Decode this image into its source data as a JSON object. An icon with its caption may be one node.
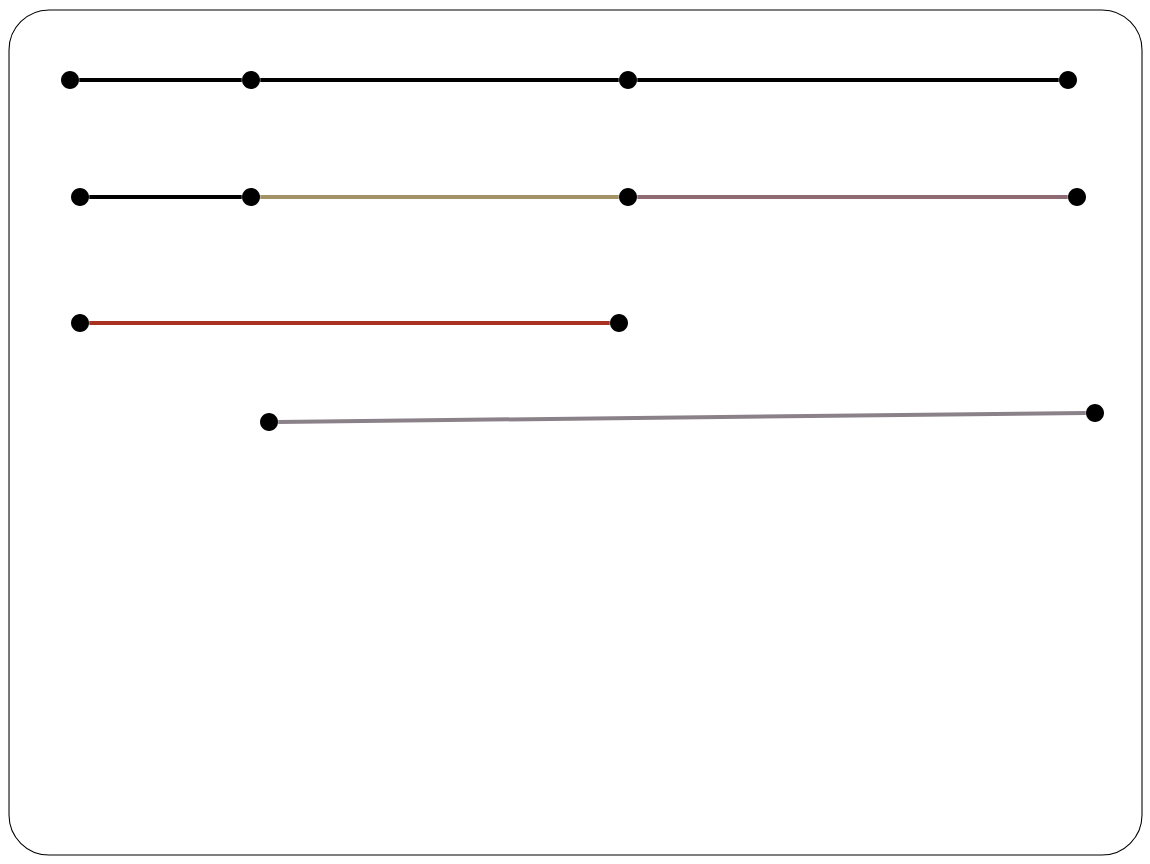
{
  "diagram": {
    "nodes": [
      {
        "text": [],
        "shape": "circle"
      },
      {
        "text": [],
        "shape": "circle"
      },
      {
        "text": [],
        "shape": "circle"
      },
      {
        "text": [],
        "shape": "circle"
      },
      {
        "text": [],
        "shape": "circle"
      },
      {
        "text": [],
        "shape": "circle"
      },
      {
        "text": [],
        "shape": "circle"
      },
      {
        "text": [],
        "shape": "circle"
      },
      {
        "text": [],
        "shape": "circle"
      },
      {
        "text": [],
        "shape": "circle"
      },
      {
        "text": [],
        "shape": "circle"
      },
      {
        "text": [],
        "shape": "circle"
      }
    ],
    "edges": [
      {
        "from": 0,
        "to": 1,
        "arrow": "none"
      },
      {
        "from": 1,
        "to": 2,
        "arrow": "none"
      },
      {
        "from": 2,
        "to": 3,
        "arrow": "none"
      },
      {
        "from": 4,
        "to": 5,
        "arrow": "none"
      },
      {
        "from": 5,
        "to": 6,
        "arrow": "none",
        "color": "#a39168"
      },
      {
        "from": 6,
        "to": 7,
        "arrow": "none",
        "color": "#8e6a72"
      },
      {
        "from": 8,
        "to": 9,
        "arrow": "none",
        "color": "#a8321f"
      },
      {
        "from": 10,
        "to": 11,
        "arrow": "none",
        "color": "#8a8288"
      }
    ]
  }
}
